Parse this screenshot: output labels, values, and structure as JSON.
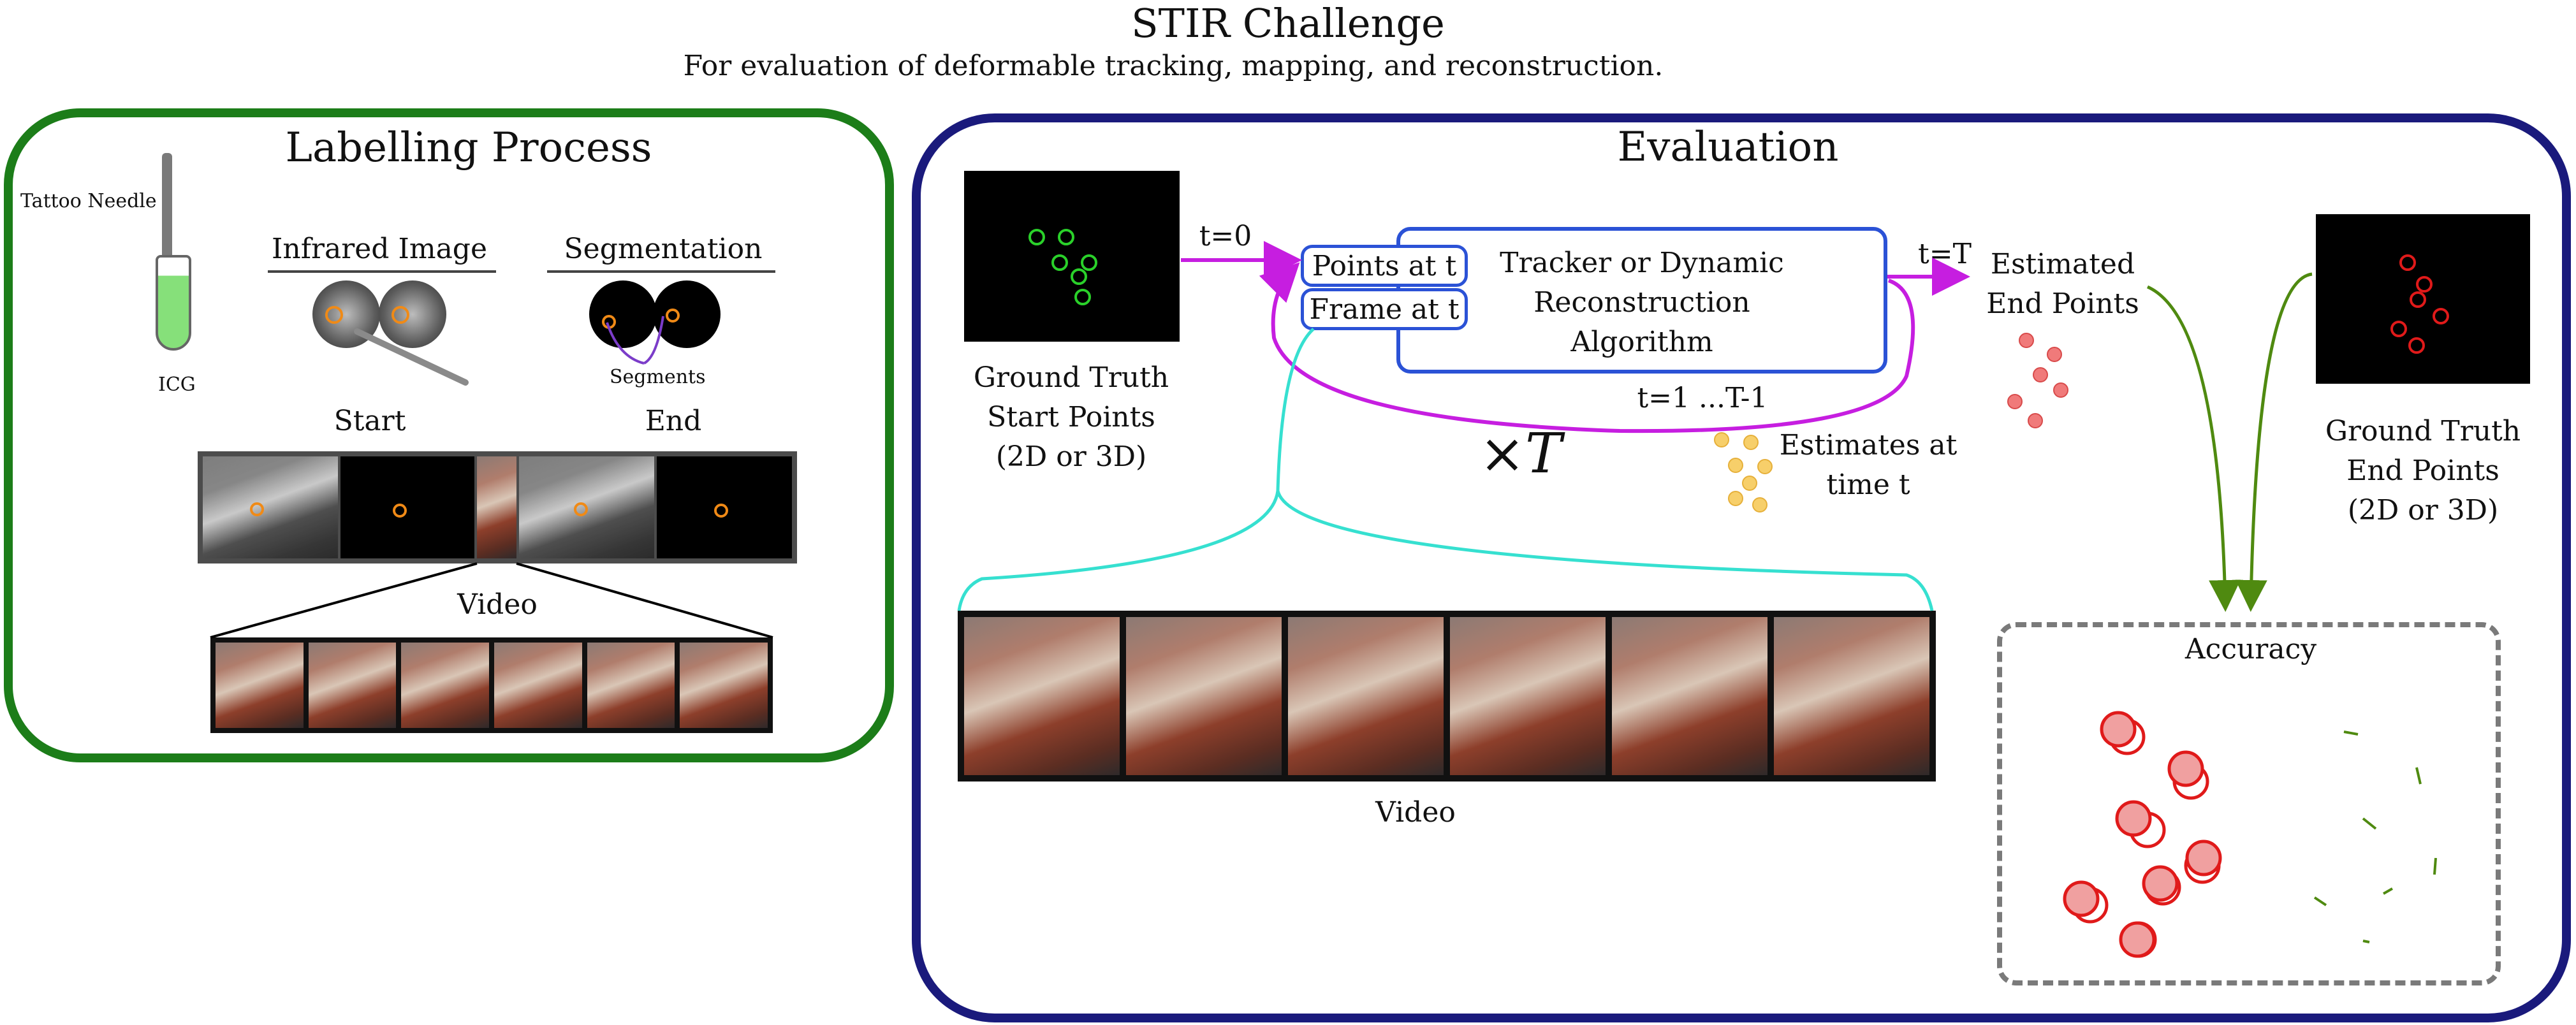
{
  "header": {
    "title": "STIR Challenge",
    "subtitle": "For evaluation of deformable tracking, mapping, and reconstruction."
  },
  "labelling": {
    "title": "Labelling Process",
    "tattoo_needle": "Tattoo Needle",
    "icg": "ICG",
    "infrared_image": "Infrared Image",
    "segmentation": "Segmentation",
    "segments": "Segments",
    "start": "Start",
    "end": "End",
    "video": "Video"
  },
  "evaluation": {
    "title": "Evaluation",
    "gt_start": [
      "Ground Truth",
      "Start Points",
      "(2D or 3D)"
    ],
    "t0": "t=0",
    "points_at_t": "Points at t",
    "frame_at_t": "Frame at t",
    "algorithm": [
      "Tracker or Dynamic",
      "Reconstruction",
      "Algorithm"
    ],
    "tT": "t=T",
    "estimated_end": [
      "Estimated",
      "End Points"
    ],
    "t_range": "t=1 ...T-1",
    "times_T": "×T",
    "estimates_at": [
      "Estimates at",
      "time t"
    ],
    "gt_end": [
      "Ground Truth",
      "End Points",
      "(2D or 3D)"
    ],
    "video": "Video",
    "accuracy": "Accuracy"
  },
  "colors": {
    "labelling_border": "#1c7d19",
    "evaluation_border": "#1a1a7c",
    "arrow_magenta": "#c61ee0",
    "cyan_brace": "#36e0d0",
    "green_arrow": "#4f8a10",
    "box_blue": "#2b52d6"
  }
}
